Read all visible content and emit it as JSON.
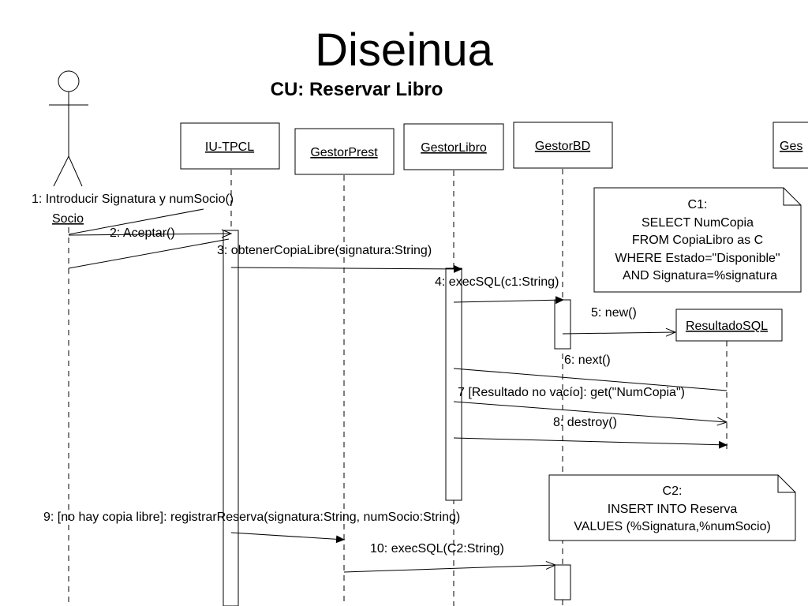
{
  "title": "Diseinua",
  "subtitle": "CU: Reservar Libro",
  "actor": {
    "label": "Socio"
  },
  "objects": {
    "iu": "IU-TPCL",
    "gestor_prest": "GestorPrest",
    "gestor_libro": "GestorLibro",
    "gestor_bd": "GestorBD",
    "gestor_partial": "Ges",
    "resultado_sql": "ResultadoSQL"
  },
  "messages": [
    "1: Introducir Signatura y numSocio()",
    "2: Aceptar()",
    "3: obtenerCopiaLibre(signatura:String)",
    "4: execSQL(c1:String)",
    "5: new()",
    "6: next()",
    "7 [Resultado no vacío]: get(\"NumCopia\")",
    "8: destroy()",
    "9: [no hay copia libre]: registrarReserva(signatura:String, numSocio:String)",
    "10:  execSQL(C2:String)"
  ],
  "notes": {
    "c1": [
      "C1:",
      "SELECT NumCopia",
      "FROM CopiaLibro as C",
      "WHERE Estado=\"Disponible\"",
      "AND Signatura=%signatura"
    ],
    "c2": [
      "C2:",
      "INSERT INTO Reserva",
      "VALUES (%Signatura,%numSocio)"
    ]
  }
}
